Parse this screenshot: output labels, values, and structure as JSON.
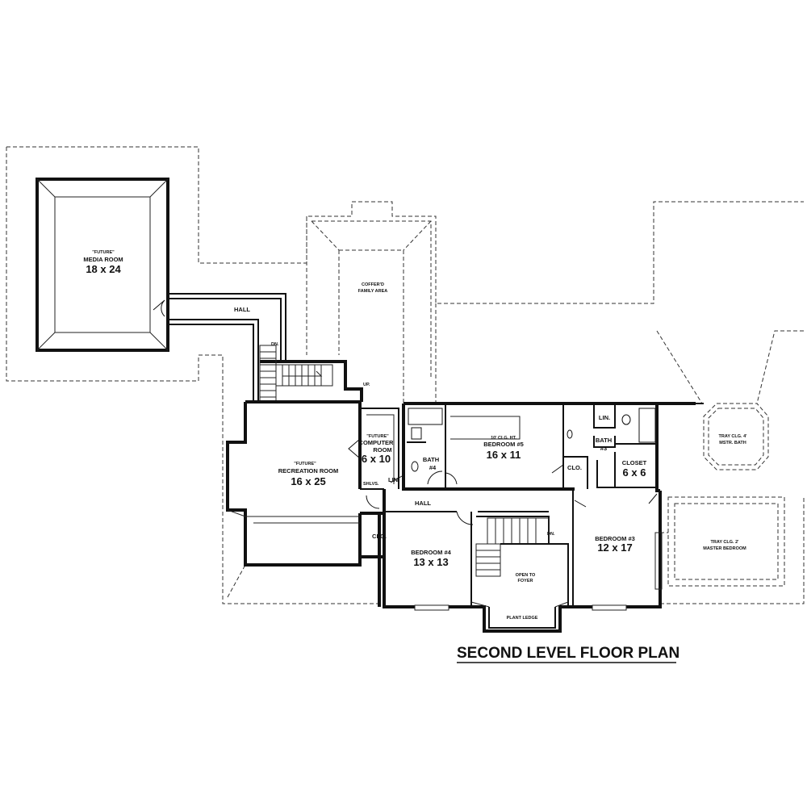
{
  "plan_title": "SECOND LEVEL FLOOR PLAN",
  "rooms": {
    "media_room": {
      "note": "\"FUTURE\"",
      "name": "MEDIA ROOM",
      "size": "18 x 24"
    },
    "hall_upper": {
      "name": "HALL"
    },
    "family_area": {
      "line1": "COFFER'D",
      "line2": "FAMILY AREA"
    },
    "recreation_room": {
      "note": "\"FUTURE\"",
      "name": "RECREATION ROOM",
      "size": "16 x 25"
    },
    "computer_room": {
      "note": "\"FUTURE\"",
      "line1": "COMPUTER",
      "line2": "ROOM",
      "size": "6 x 10"
    },
    "bedroom5": {
      "note": "10' CLG. HT.",
      "name": "BEDROOM #5",
      "size": "16 x 11"
    },
    "bath4": {
      "line1": "BATH",
      "line2": "#4"
    },
    "bath3": {
      "line1": "BATH",
      "line2": "#3"
    },
    "closet": {
      "name": "CLOSET",
      "size": "6 x 6"
    },
    "bedroom4": {
      "name": "BEDROOM #4",
      "size": "13 x 13"
    },
    "bedroom3": {
      "name": "BEDROOM #3",
      "size": "12 x 17"
    },
    "hall_main": {
      "name": "HALL"
    },
    "open_foyer": {
      "line1": "OPEN TO",
      "line2": "FOYER"
    },
    "plant_ledge": {
      "name": "PLANT LEDGE"
    },
    "tray_bath": {
      "line1": "TRAY CLG. 4'",
      "line2": "MSTR. BATH"
    },
    "tray_bedroom": {
      "line1": "TRAY CLG. 2'",
      "line2": "MASTER BEDROOM"
    }
  },
  "small_labels": {
    "clo_a": "CLO.",
    "clo_b": "CLO.",
    "lin_a": "LIN.",
    "lin_b": "LIN.",
    "shlvs": "SHLVS.",
    "dn_a": "DN.",
    "dn_b": "DN.",
    "up": "UP."
  }
}
